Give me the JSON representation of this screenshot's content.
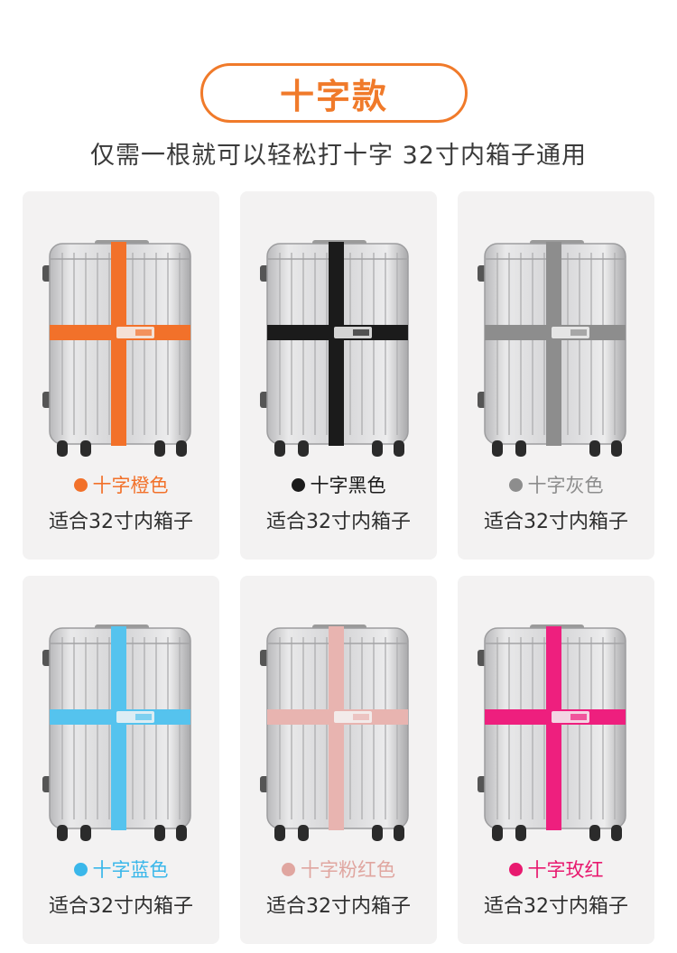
{
  "header": {
    "title": "十字款",
    "subtitle": "仅需一根就可以轻松打十字 32寸内箱子通用"
  },
  "colors": {
    "accent": "#f07a2a"
  },
  "products": [
    {
      "name": "十字橙色",
      "fit": "适合32寸内箱子",
      "strap_color": "#f2712a",
      "label_color": "#f2712a"
    },
    {
      "name": "十字黑色",
      "fit": "适合32寸内箱子",
      "strap_color": "#1b1b1b",
      "label_color": "#1b1b1b"
    },
    {
      "name": "十字灰色",
      "fit": "适合32寸内箱子",
      "strap_color": "#8d8d8d",
      "label_color": "#8d8d8d"
    },
    {
      "name": "十字蓝色",
      "fit": "适合32寸内箱子",
      "strap_color": "#55c3ee",
      "label_color": "#3ab7ea"
    },
    {
      "name": "十字粉红色",
      "fit": "适合32寸内箱子",
      "strap_color": "#e8b4b0",
      "label_color": "#e0a6a0"
    },
    {
      "name": "十字玫红",
      "fit": "适合32寸内箱子",
      "strap_color": "#ee1f7e",
      "label_color": "#e8196f"
    }
  ]
}
